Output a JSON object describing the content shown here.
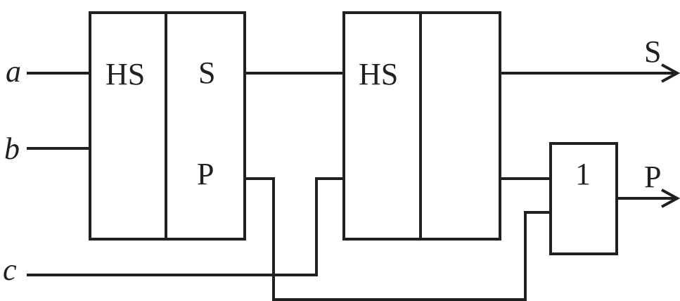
{
  "inputs": {
    "a": "a",
    "b": "b",
    "c": "c"
  },
  "half_adder_1": {
    "title": "HS",
    "out_sum": "S",
    "out_carry": "P"
  },
  "half_adder_2": {
    "title": "HS"
  },
  "or_gate": {
    "label": "1"
  },
  "outputs": {
    "sum": "S",
    "carry": "P"
  }
}
